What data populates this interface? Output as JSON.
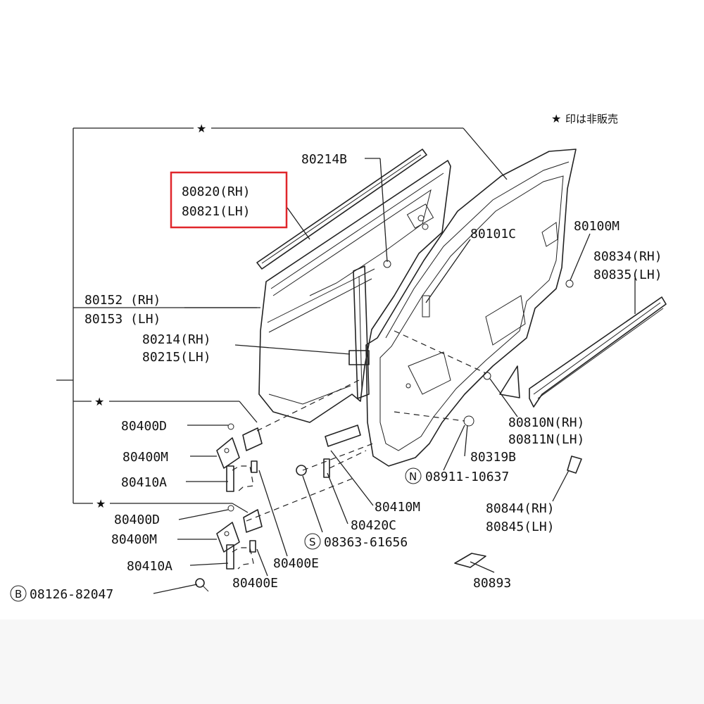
{
  "note": {
    "star": "★",
    "text": "印は非販売"
  },
  "parts": {
    "p80214B": "80214B",
    "p80820": "80820(RH)",
    "p80821": "80821(LH)",
    "p80152": "80152 (RH)",
    "p80153": "80153 (LH)",
    "p80214": "80214(RH)",
    "p80215": "80215(LH)",
    "p80101C": "80101C",
    "p80100M": "80100M",
    "p80834": "80834(RH)",
    "p80835": "80835(LH)",
    "p80400D_a": "80400D",
    "p80400M_a": "80400M",
    "p80410A_a": "80410A",
    "p80400D_b": "80400D",
    "p80400M_b": "80400M",
    "p80410A_b": "80410A",
    "p80400E_a": "80400E",
    "p80400E_b": "80400E",
    "p80410M": "80410M",
    "p80420C": "80420C",
    "p80319B": "80319B",
    "p80810N": "80810N(RH)",
    "p80811N": "80811N(LH)",
    "p80844": "80844(RH)",
    "p80845": "80845(LH)",
    "p80893": "80893"
  },
  "fasteners": {
    "n": {
      "letter": "N",
      "number": "08911-10637"
    },
    "s": {
      "letter": "S",
      "number": "08363-61656"
    },
    "b": {
      "letter": "B",
      "number": "08126-82047"
    }
  },
  "tree_stars": [
    "★",
    "★",
    "★"
  ],
  "highlight_color": "#e0262b"
}
